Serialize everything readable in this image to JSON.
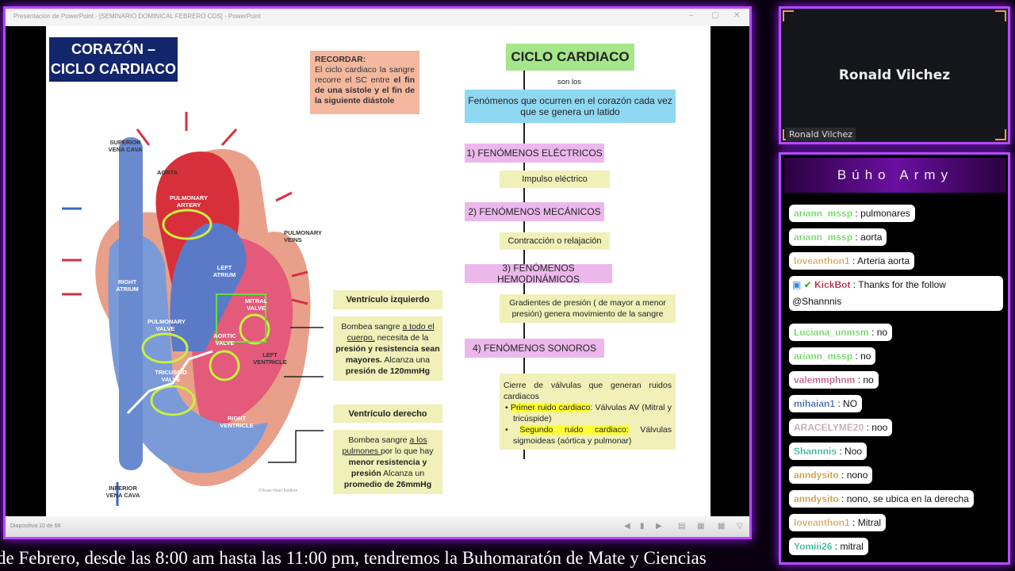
{
  "window": {
    "title": "Presentación de PowerPoint - [SEMINARIO DOMINICAL FEBRERO CDS] - PowerPoint",
    "minimize": "–",
    "restore": "▢",
    "close": "✕"
  },
  "status": {
    "slide": "Diapositiva 10 de 66"
  },
  "slide": {
    "title": "CORAZÓN – CICLO CARDIACO",
    "recordar": {
      "heading": "RECORDAR:",
      "text1": "El ciclo cardiaco la sangre recorre el SC entre ",
      "bold1": "el fin de una sístole y el fin de la siguiente diástole"
    },
    "heart_labels": {
      "svc": "SUPERIOR VENA CAVA",
      "aorta": "AORTA",
      "pa": "PULMONARY ARTERY",
      "pv": "PULMONARY VEINS",
      "la": "LEFT ATRIUM",
      "mitral": "MITRAL VALVE",
      "ra": "RIGHT ATRIUM",
      "pulv": "PULMONARY VALVE",
      "aortic": "AORTIC VALVE",
      "lv": "LEFT VENTRICLE",
      "tric": "TRICUSPID VALVE",
      "rv": "RIGHT VENTRICLE",
      "ivc": "INFERIOR VENA CAVA",
      "credit": "©Texas Heart Institute"
    },
    "vi": {
      "label": "Ventrículo izquierdo",
      "t1": "Bombea sangre ",
      "u1": "a todo el cuerpo,",
      "t2": " necesita de la ",
      "b1": "presión y resistencia sean mayores.",
      "t3": " Alcanza una ",
      "b2": "presión de 120mmHg"
    },
    "vd": {
      "label": "Ventrículo derecho",
      "t1": "Bombea sangre ",
      "u1": "a los pulmones ",
      "t2": "por lo que hay ",
      "b1": "menor resistencia y presión",
      "t3": " Alcanza un ",
      "b2": "promedio de 26mmHg"
    },
    "map": {
      "title": "CICLO CARDIACO",
      "son": "son los",
      "def": "Fenómenos que ocurren en el corazón cada vez que se genera un latido",
      "f1": "1) FENÓMENOS ELÉCTRICOS",
      "f1d": "Impulso eléctrico",
      "f2": "2) FENÓMENOS MECÁNICOS",
      "f2d": "Contracción o relajación",
      "f3": "3) FENÓMENOS HEMODINÁMICOS",
      "f3d": "Gradientes de presión ( de mayor a menor presión) genera movimiento de la sangre",
      "f4": "4)  FENÓMENOS SONOROS",
      "f4d": "Cierre de válvulas que generan ruidos cardiacos",
      "b1h": "Primer ruido cardiaco",
      "b1t": ": Válvulas AV (Mitral y tricúspide)",
      "b2h": "Segundo ruido cardiaco:",
      "b2t": " Válvulas sigmoideas (aórtica y pulmonar)"
    }
  },
  "camera": {
    "name": "Ronald Vilchez",
    "tag": "Ronald Vilchez"
  },
  "chat": {
    "title": "Búho Army",
    "messages": [
      {
        "user": "ariann_mssp",
        "color": "#5ad44a",
        "text": "pulmonares"
      },
      {
        "user": "ariann_mssp",
        "color": "#5ad44a",
        "text": "aorta"
      },
      {
        "user": "loveanthon1",
        "color": "#d8a050",
        "text": "Arteria aorta"
      },
      {
        "user": "KickBot",
        "color": "#b0103a",
        "text": "Thanks for the follow",
        "text2": "@Shannnis"
      },
      {
        "user": "Luciana_unmsm",
        "color": "#5ad44a",
        "text": "no"
      },
      {
        "user": "ariann_mssp",
        "color": "#5ad44a",
        "text": "no"
      },
      {
        "user": "valemmphnm",
        "color": "#c04a70",
        "text": "no"
      },
      {
        "user": "mihaian1",
        "color": "#2a5ab0",
        "text": "NO"
      },
      {
        "user": "ARACELYME20",
        "color": "#c09aa8",
        "text": "noo"
      },
      {
        "user": "Shannnis",
        "color": "#20b090",
        "text": "Noo"
      },
      {
        "user": "anndysito",
        "color": "#d08a20",
        "text": "nono"
      },
      {
        "user": "anndysito",
        "color": "#d08a20",
        "text": "nono, se ubica en la derecha"
      },
      {
        "user": "loveanthon1",
        "color": "#d8a050",
        "text": "Mitral"
      },
      {
        "user": "Yomiii26",
        "color": "#20b090",
        "text": "mitral"
      }
    ]
  },
  "ticker": "de Febrero, desde las 8:00 am hasta las 11:00 pm, tendremos la Buhomaratón de Mate y Ciencias"
}
